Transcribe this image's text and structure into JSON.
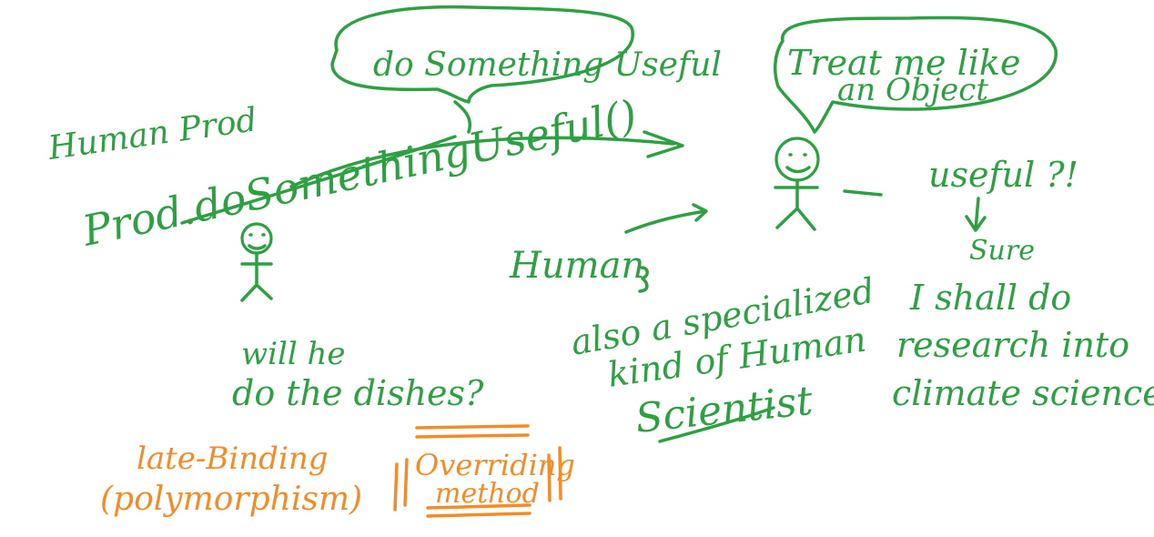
{
  "colors": {
    "ink_green": "#2ea043",
    "ink_orange": "#f28c28",
    "background": "#ffffff"
  },
  "texts": {
    "bubble_left": "do Something Useful",
    "bubble_right_line1": "Treat me like",
    "bubble_right_line2": "an Object",
    "human_prod": "Human Prod",
    "call": "Prod.doSomethingUseful()",
    "human": "Human",
    "specialized_line1": "also a specialized",
    "specialized_line2": "kind of Human",
    "scientist": "Scientist",
    "useful_q": "useful ?!",
    "sure": "Sure",
    "research_line1": "I shall do",
    "research_line2": "research into",
    "research_line3": "climate science",
    "dishes_line1": "will he",
    "dishes_line2": "do the dishes?",
    "late_binding_line1": "late-Binding",
    "late_binding_line2": "(polymorphism)",
    "overriding_line1": "Overriding",
    "overriding_line2": "method"
  }
}
